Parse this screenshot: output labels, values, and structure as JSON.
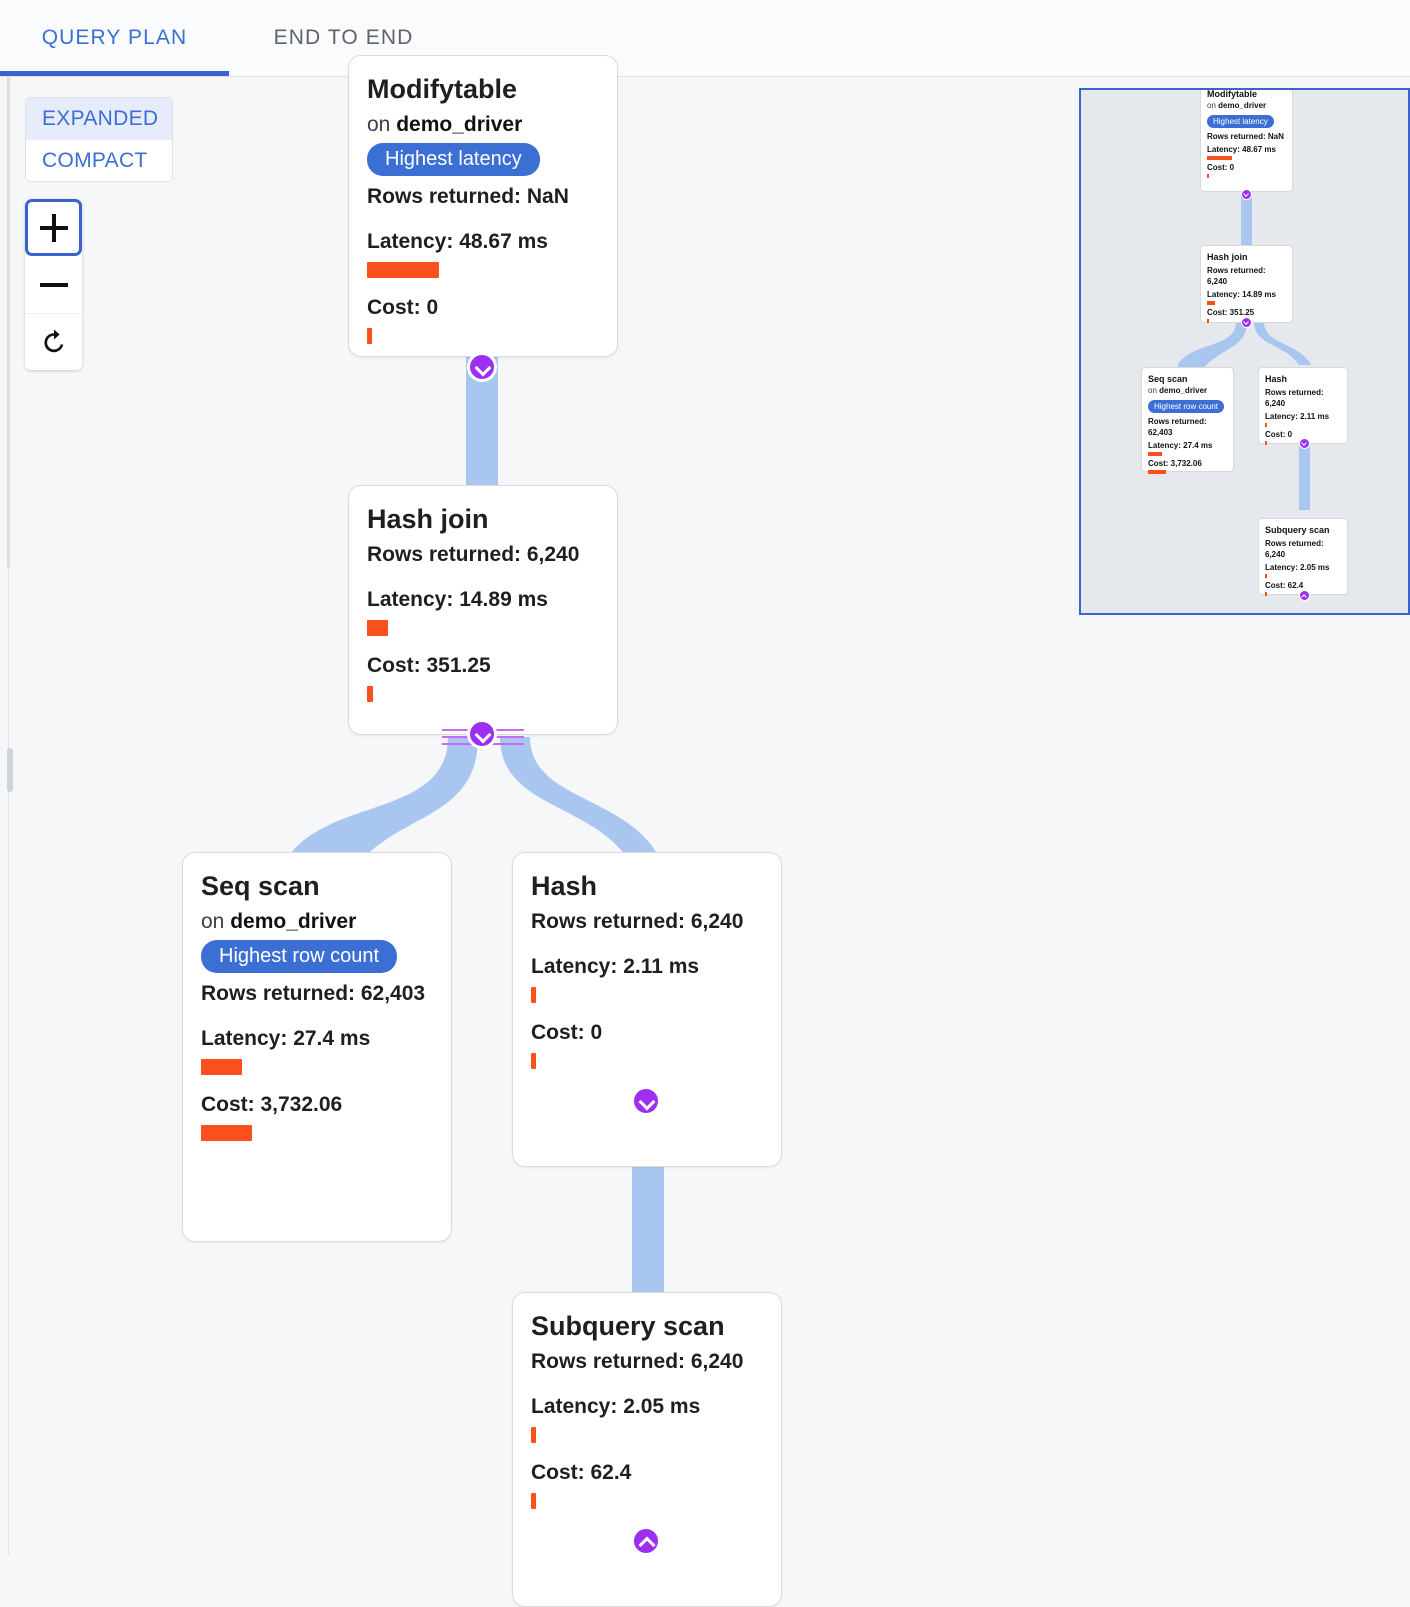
{
  "tabs": [
    {
      "label": "QUERY PLAN",
      "active": true
    },
    {
      "label": "END TO END",
      "active": false
    }
  ],
  "view_mode": {
    "expanded_label": "EXPANDED",
    "compact_label": "COMPACT",
    "selected": "EXPANDED"
  },
  "zoom_controls": {
    "zoom_in_label": "+",
    "zoom_out_label": "−",
    "reset_label": "↺"
  },
  "colors": {
    "accent_blue": "#3b63cf",
    "tab_active": "#3b6fd4",
    "badge_blue": "#3b6fd4",
    "bar_orange": "#f9501e",
    "edge_blue": "#a8c6ef",
    "toggle_purple": "#9c2ff0",
    "rail_purple": "#c56bf5",
    "canvas_bg": "#f6f7f9",
    "minimap_bg": "#e5e8ec"
  },
  "labels": {
    "rows_returned": "Rows returned:",
    "latency": "Latency:",
    "cost": "Cost:",
    "on_prefix": "on"
  },
  "nodes": [
    {
      "id": "modifytable",
      "title": "Modifytable",
      "relation": "demo_driver",
      "on_text": "on demo_driver",
      "badge": "Highest latency",
      "rows_returned": "Rows returned: NaN",
      "latency": "Latency: 48.67 ms",
      "latency_bar_pct": 31,
      "cost": "Cost: 0",
      "cost_bar_pct": 1.5
    },
    {
      "id": "hashjoin",
      "title": "Hash join",
      "relation": null,
      "on_text": null,
      "badge": null,
      "rows_returned": "Rows returned: 6,240",
      "latency": "Latency: 14.89 ms",
      "latency_bar_pct": 9,
      "cost": "Cost: 351.25",
      "cost_bar_pct": 2
    },
    {
      "id": "seqscan",
      "title": "Seq scan",
      "relation": "demo_driver",
      "on_text": "on demo_driver",
      "badge": "Highest row count",
      "rows_returned": "Rows returned: 62,403",
      "latency": "Latency: 27.4 ms",
      "latency_bar_pct": 17,
      "cost": "Cost: 3,732.06",
      "cost_bar_pct": 20
    },
    {
      "id": "hash",
      "title": "Hash",
      "relation": null,
      "on_text": null,
      "badge": null,
      "rows_returned": "Rows returned: 6,240",
      "latency": "Latency: 2.11 ms",
      "latency_bar_pct": 1.5,
      "cost": "Cost: 0",
      "cost_bar_pct": 1.5
    },
    {
      "id": "subqueryscan",
      "title": "Subquery scan",
      "relation": null,
      "on_text": null,
      "badge": null,
      "rows_returned": "Rows returned: 6,240",
      "latency": "Latency: 2.05 ms",
      "latency_bar_pct": 1.5,
      "cost": "Cost: 62.4",
      "cost_bar_pct": 1.5
    }
  ],
  "edges": [
    {
      "from": "modifytable",
      "to": "hashjoin"
    },
    {
      "from": "hashjoin",
      "to": "seqscan"
    },
    {
      "from": "hashjoin",
      "to": "hash"
    },
    {
      "from": "hash",
      "to": "subqueryscan"
    }
  ],
  "toggles": [
    {
      "for": "modifytable",
      "direction": "down",
      "rails": false
    },
    {
      "for": "hashjoin",
      "direction": "down",
      "rails": true
    },
    {
      "for": "hash",
      "direction": "down",
      "rails": false
    },
    {
      "for": "subqueryscan",
      "direction": "up",
      "rails": false
    }
  ],
  "minimap": {
    "present": true,
    "viewport_visible": true
  }
}
